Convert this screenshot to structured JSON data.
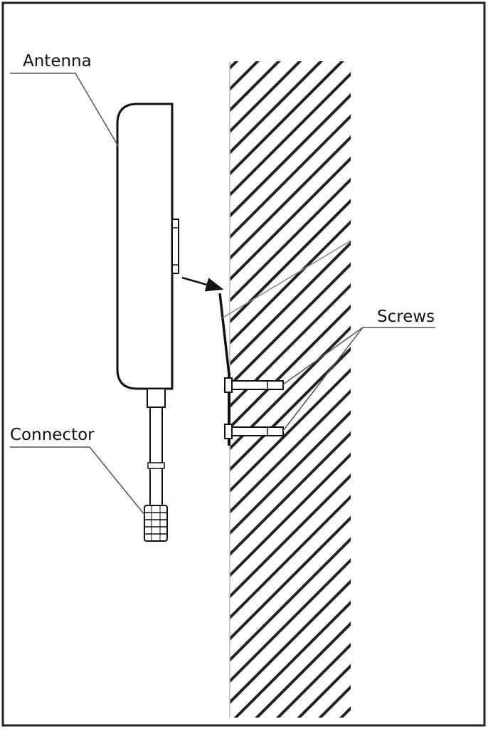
{
  "labels": {
    "antenna": "Antenna",
    "connector": "Connector",
    "screws": "Screws"
  },
  "colors": {
    "ink": "#111111",
    "leader": "#555555",
    "background": "#ffffff"
  }
}
